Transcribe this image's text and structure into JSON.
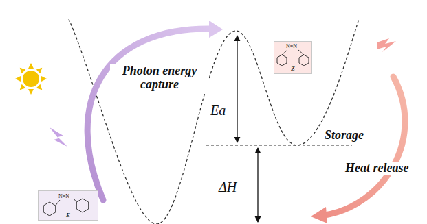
{
  "diagram": {
    "nodes": [
      {
        "text": [
          "Z"
        ]
      },
      {
        "text": [
          "E"
        ]
      }
    ],
    "labels": [
      "Photon energy capture",
      "Ea",
      "Storage",
      "Heat release",
      "ΔH",
      "N=N",
      "N=N"
    ]
  }
}
